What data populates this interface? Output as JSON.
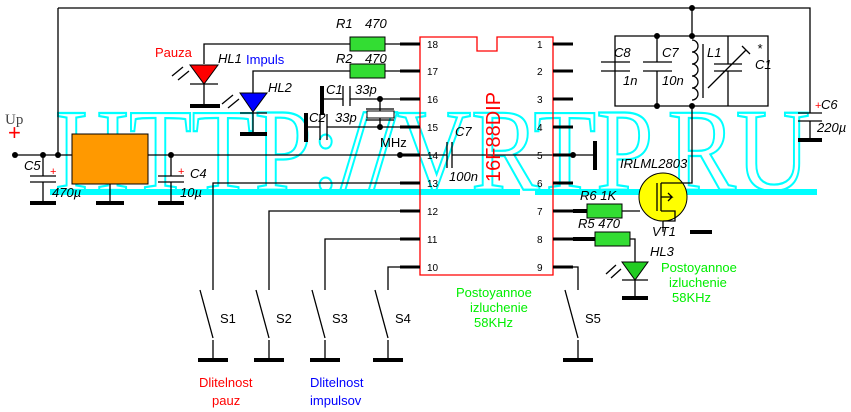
{
  "supply": {
    "label": "Up",
    "plus": "+"
  },
  "watermark": "HTTP://VRTP.RU",
  "ic": {
    "label": "16F88DIP",
    "left_pins": [
      "18",
      "17",
      "16",
      "15",
      "14",
      "13",
      "12",
      "11",
      "10"
    ],
    "right_pins": [
      "1",
      "2",
      "3",
      "4",
      "5",
      "6",
      "7",
      "8",
      "9"
    ]
  },
  "components": {
    "r1": {
      "name": "R1",
      "value": "470"
    },
    "r2": {
      "name": "R2",
      "value": "470"
    },
    "r5": {
      "name": "R5 470"
    },
    "r6": {
      "name": "R6 1K"
    },
    "hl1": {
      "name": "HL1",
      "caption": "Pauza"
    },
    "hl2": {
      "name": "HL2",
      "caption": "Impuls"
    },
    "hl3": {
      "name": "HL3",
      "caption": [
        "Postoyannoe",
        "izluchenie",
        "58KHz"
      ]
    },
    "c1a": {
      "name": "C1",
      "value": "33p"
    },
    "c2": {
      "name": "C2",
      "value": "33p"
    },
    "crystal": {
      "value": "MHz"
    },
    "c4": {
      "name": "C4",
      "value": "10µ",
      "plus": "+"
    },
    "c5": {
      "name": "C5",
      "value": "470µ",
      "plus": "+"
    },
    "c6": {
      "name": "C6",
      "value": "220µ",
      "plus": "+"
    },
    "c7a": {
      "name": "C7",
      "value": "100n"
    },
    "c8": {
      "name": "C8",
      "value": "1n"
    },
    "c7b": {
      "name": "C7",
      "value": "10n"
    },
    "l1": {
      "name": "L1"
    },
    "c1var": {
      "name": "C1",
      "mark": "*"
    },
    "vt1": {
      "name": "VT1",
      "part": "IRLML2803"
    }
  },
  "center_caption": [
    "Postoyannoe",
    "izluchenie",
    "58KHz"
  ],
  "switches": [
    "S1",
    "S2",
    "S3",
    "S4",
    "S5"
  ],
  "captions": {
    "pause": [
      "Dlitelnost",
      "pauz"
    ],
    "impulse": [
      "Dlitelnost",
      "impulsov"
    ]
  },
  "colors": {
    "red": "#ff0000",
    "blue": "#0000ff",
    "green": "#00ee00",
    "orange": "#ff9900",
    "yellow": "#ffff00",
    "cyan": "#00ffff",
    "resistor": "#33dd33"
  }
}
